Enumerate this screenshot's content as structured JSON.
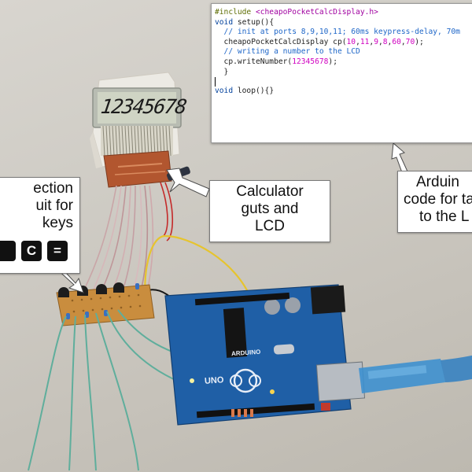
{
  "code_panel": {
    "lines": [
      {
        "parts": [
          {
            "t": "#include ",
            "c": "pp"
          },
          {
            "t": "<cheapoPocketCalcDisplay.h>",
            "c": "inc"
          }
        ]
      },
      {
        "parts": [
          {
            "t": "void",
            "c": "kw"
          },
          {
            "t": " setup(){",
            "c": ""
          }
        ]
      },
      {
        "parts": [
          {
            "t": "  // init at ports 8,9,10,11; 60ms keypress-delay, 70m",
            "c": "cm"
          }
        ]
      },
      {
        "parts": [
          {
            "t": "  cheapoPocketCalcDisplay cp(",
            "c": ""
          },
          {
            "t": "10",
            "c": "num"
          },
          {
            "t": ",",
            "c": ""
          },
          {
            "t": "11",
            "c": "num"
          },
          {
            "t": ",",
            "c": ""
          },
          {
            "t": "9",
            "c": "num"
          },
          {
            "t": ",",
            "c": ""
          },
          {
            "t": "8",
            "c": "num"
          },
          {
            "t": ",",
            "c": ""
          },
          {
            "t": "60",
            "c": "num"
          },
          {
            "t": ",",
            "c": ""
          },
          {
            "t": "70",
            "c": "num"
          },
          {
            "t": ");",
            "c": ""
          }
        ]
      },
      {
        "parts": [
          {
            "t": "  // writing a number to the LCD",
            "c": "cm"
          }
        ]
      },
      {
        "parts": [
          {
            "t": "  cp.writeNumber(",
            "c": ""
          },
          {
            "t": "12345678",
            "c": "num"
          },
          {
            "t": ");",
            "c": ""
          }
        ]
      },
      {
        "parts": [
          {
            "t": "  }",
            "c": ""
          }
        ]
      },
      {
        "parts": [],
        "caret": true
      },
      {
        "parts": [
          {
            "t": "void",
            "c": "kw"
          },
          {
            "t": " loop(){}",
            "c": ""
          }
        ]
      }
    ]
  },
  "labels": {
    "calculator": [
      "Calculator",
      "guts and",
      "LCD"
    ],
    "arduino": [
      "Arduin",
      "code for ta",
      "to the L"
    ],
    "connection": [
      "ection",
      "uit for",
      "keys"
    ]
  },
  "keys": [
    "",
    "C",
    "="
  ],
  "lcd": {
    "digits": "12345678"
  },
  "board": {
    "brand": "ARDUINO",
    "model": "UNO"
  },
  "colors": {
    "board": "#1f5fa6",
    "lcd_glass": "#cfd4c4",
    "pcb": "#b2562f",
    "usb_cable": "#3a8fd0"
  }
}
